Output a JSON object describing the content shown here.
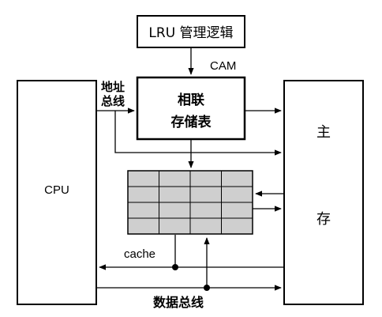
{
  "diagram": {
    "lru_box": "LRU 管理逻辑",
    "cam_label": "CAM",
    "assoc_line1": "相联",
    "assoc_line2": "存储表",
    "cpu_label": "CPU",
    "main_line1": "主",
    "main_line2": "存",
    "addr_bus_line1": "地址",
    "addr_bus_line2": "总线",
    "cache_label": "cache",
    "data_bus_label": "数据总线"
  },
  "colors": {
    "cache_cell": "#cfcfcf",
    "stroke": "#000000",
    "background": "#ffffff"
  }
}
